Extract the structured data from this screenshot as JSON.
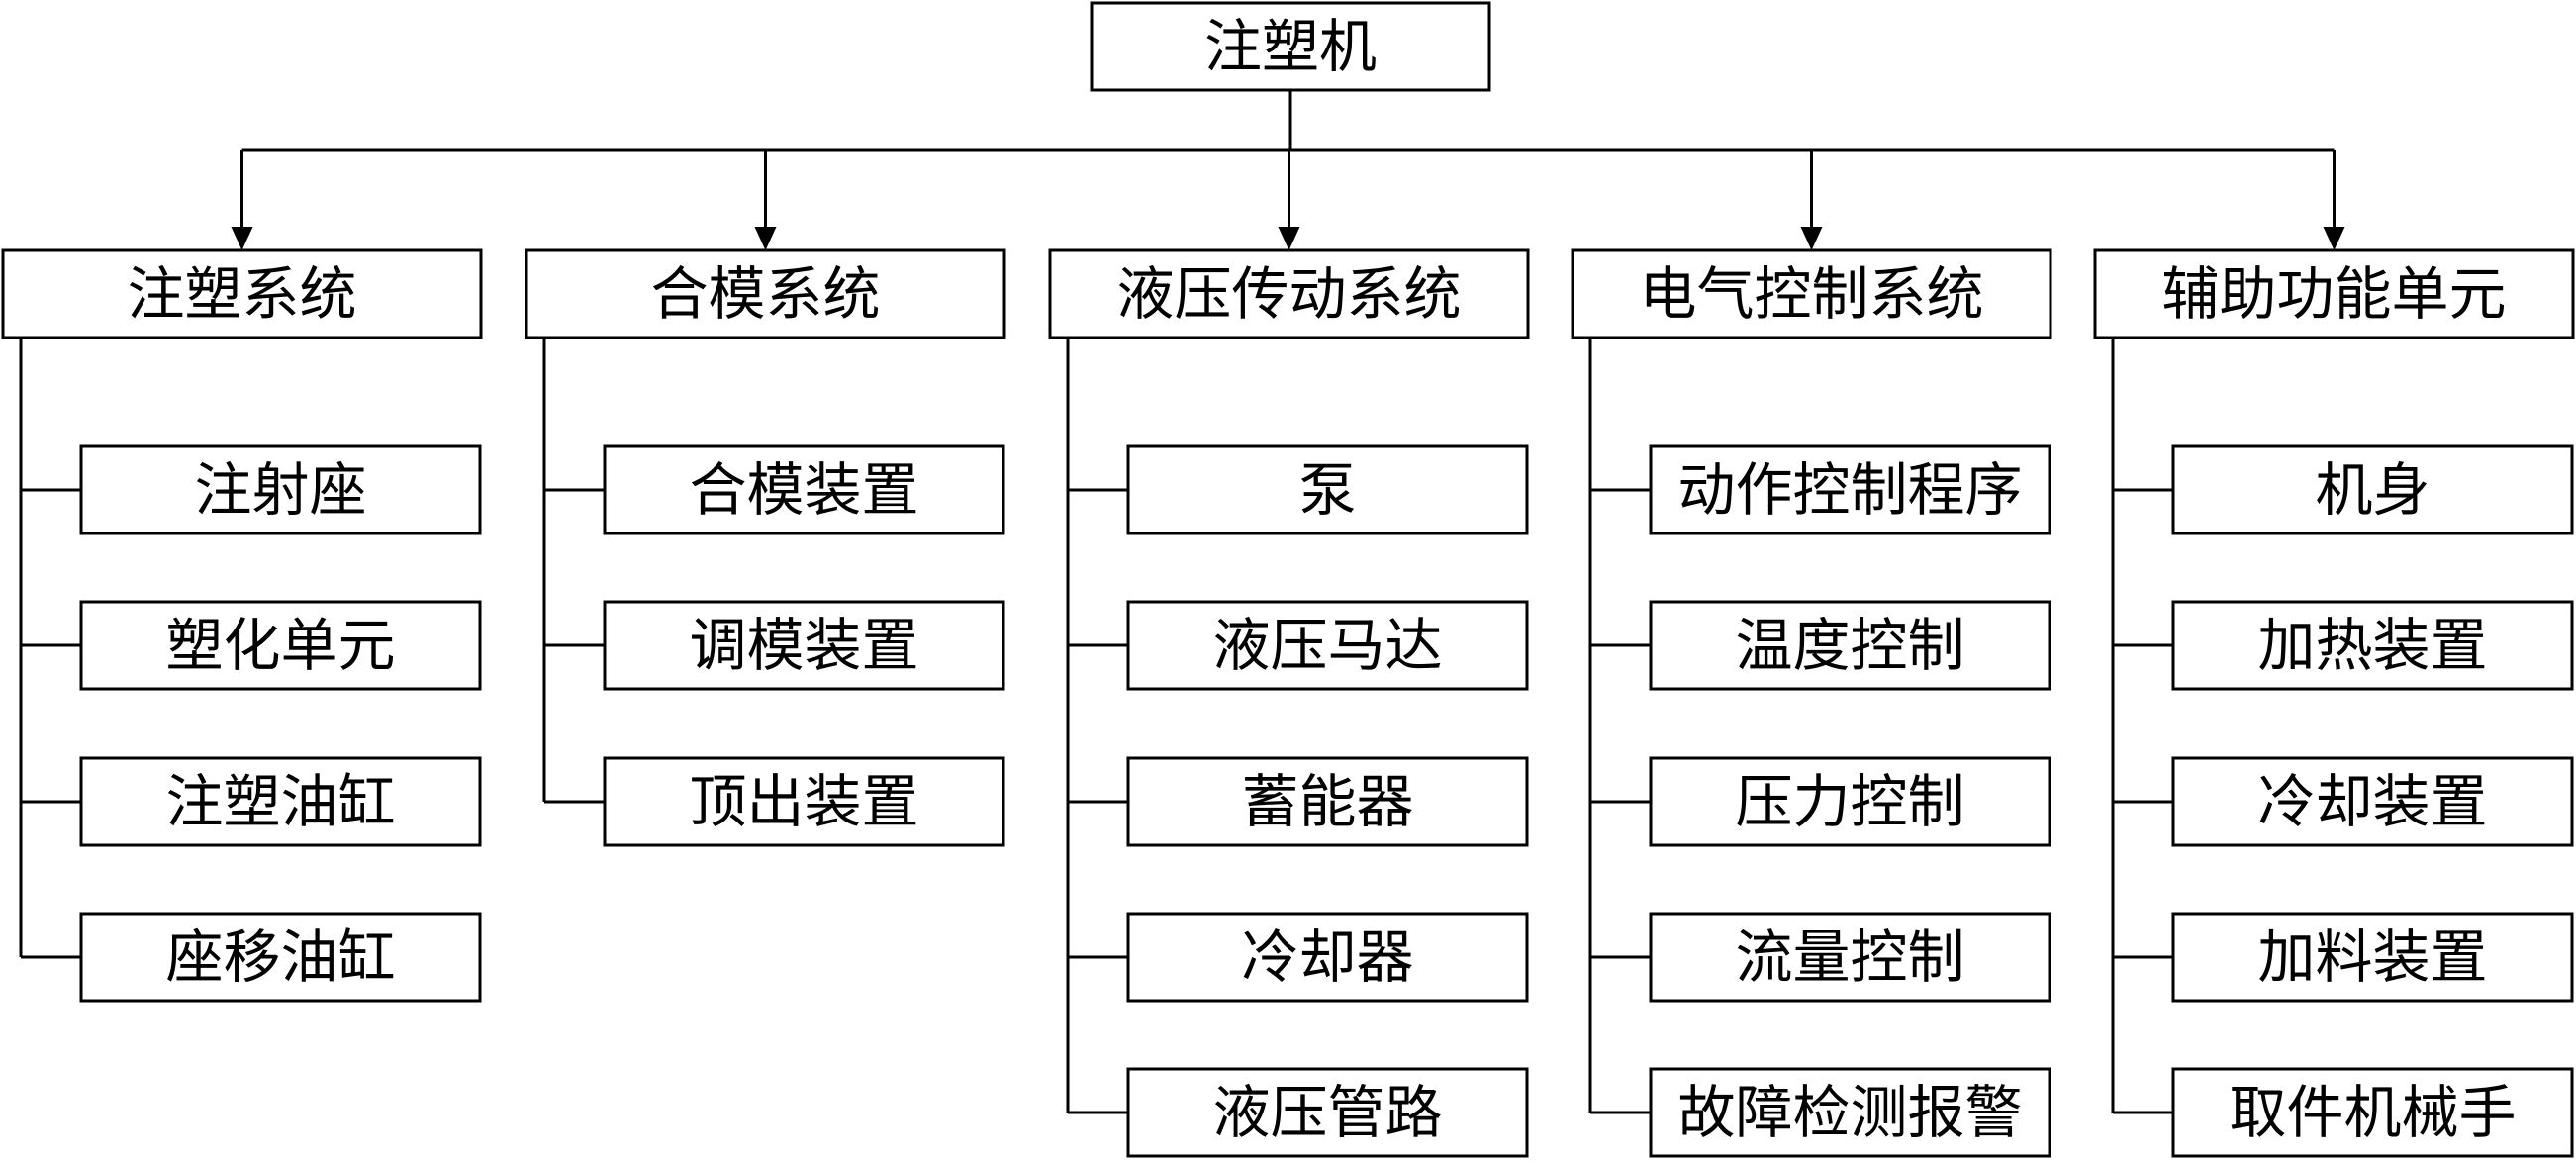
{
  "root": "注塑机",
  "categories": [
    {
      "label": "注塑系统",
      "children": [
        "注射座",
        "塑化单元",
        "注塑油缸",
        "座移油缸"
      ]
    },
    {
      "label": "合模系统",
      "children": [
        "合模装置",
        "调模装置",
        "顶出装置"
      ]
    },
    {
      "label": "液压传动系统",
      "children": [
        "泵",
        "液压马达",
        "蓄能器",
        "冷却器",
        "液压管路"
      ]
    },
    {
      "label": "电气控制系统",
      "children": [
        "动作控制程序",
        "温度控制",
        "压力控制",
        "流量控制",
        "故障检测报警"
      ]
    },
    {
      "label": "辅助功能单元",
      "children": [
        "机身",
        "加热装置",
        "冷却装置",
        "加料装置",
        "取件机械手"
      ]
    }
  ]
}
